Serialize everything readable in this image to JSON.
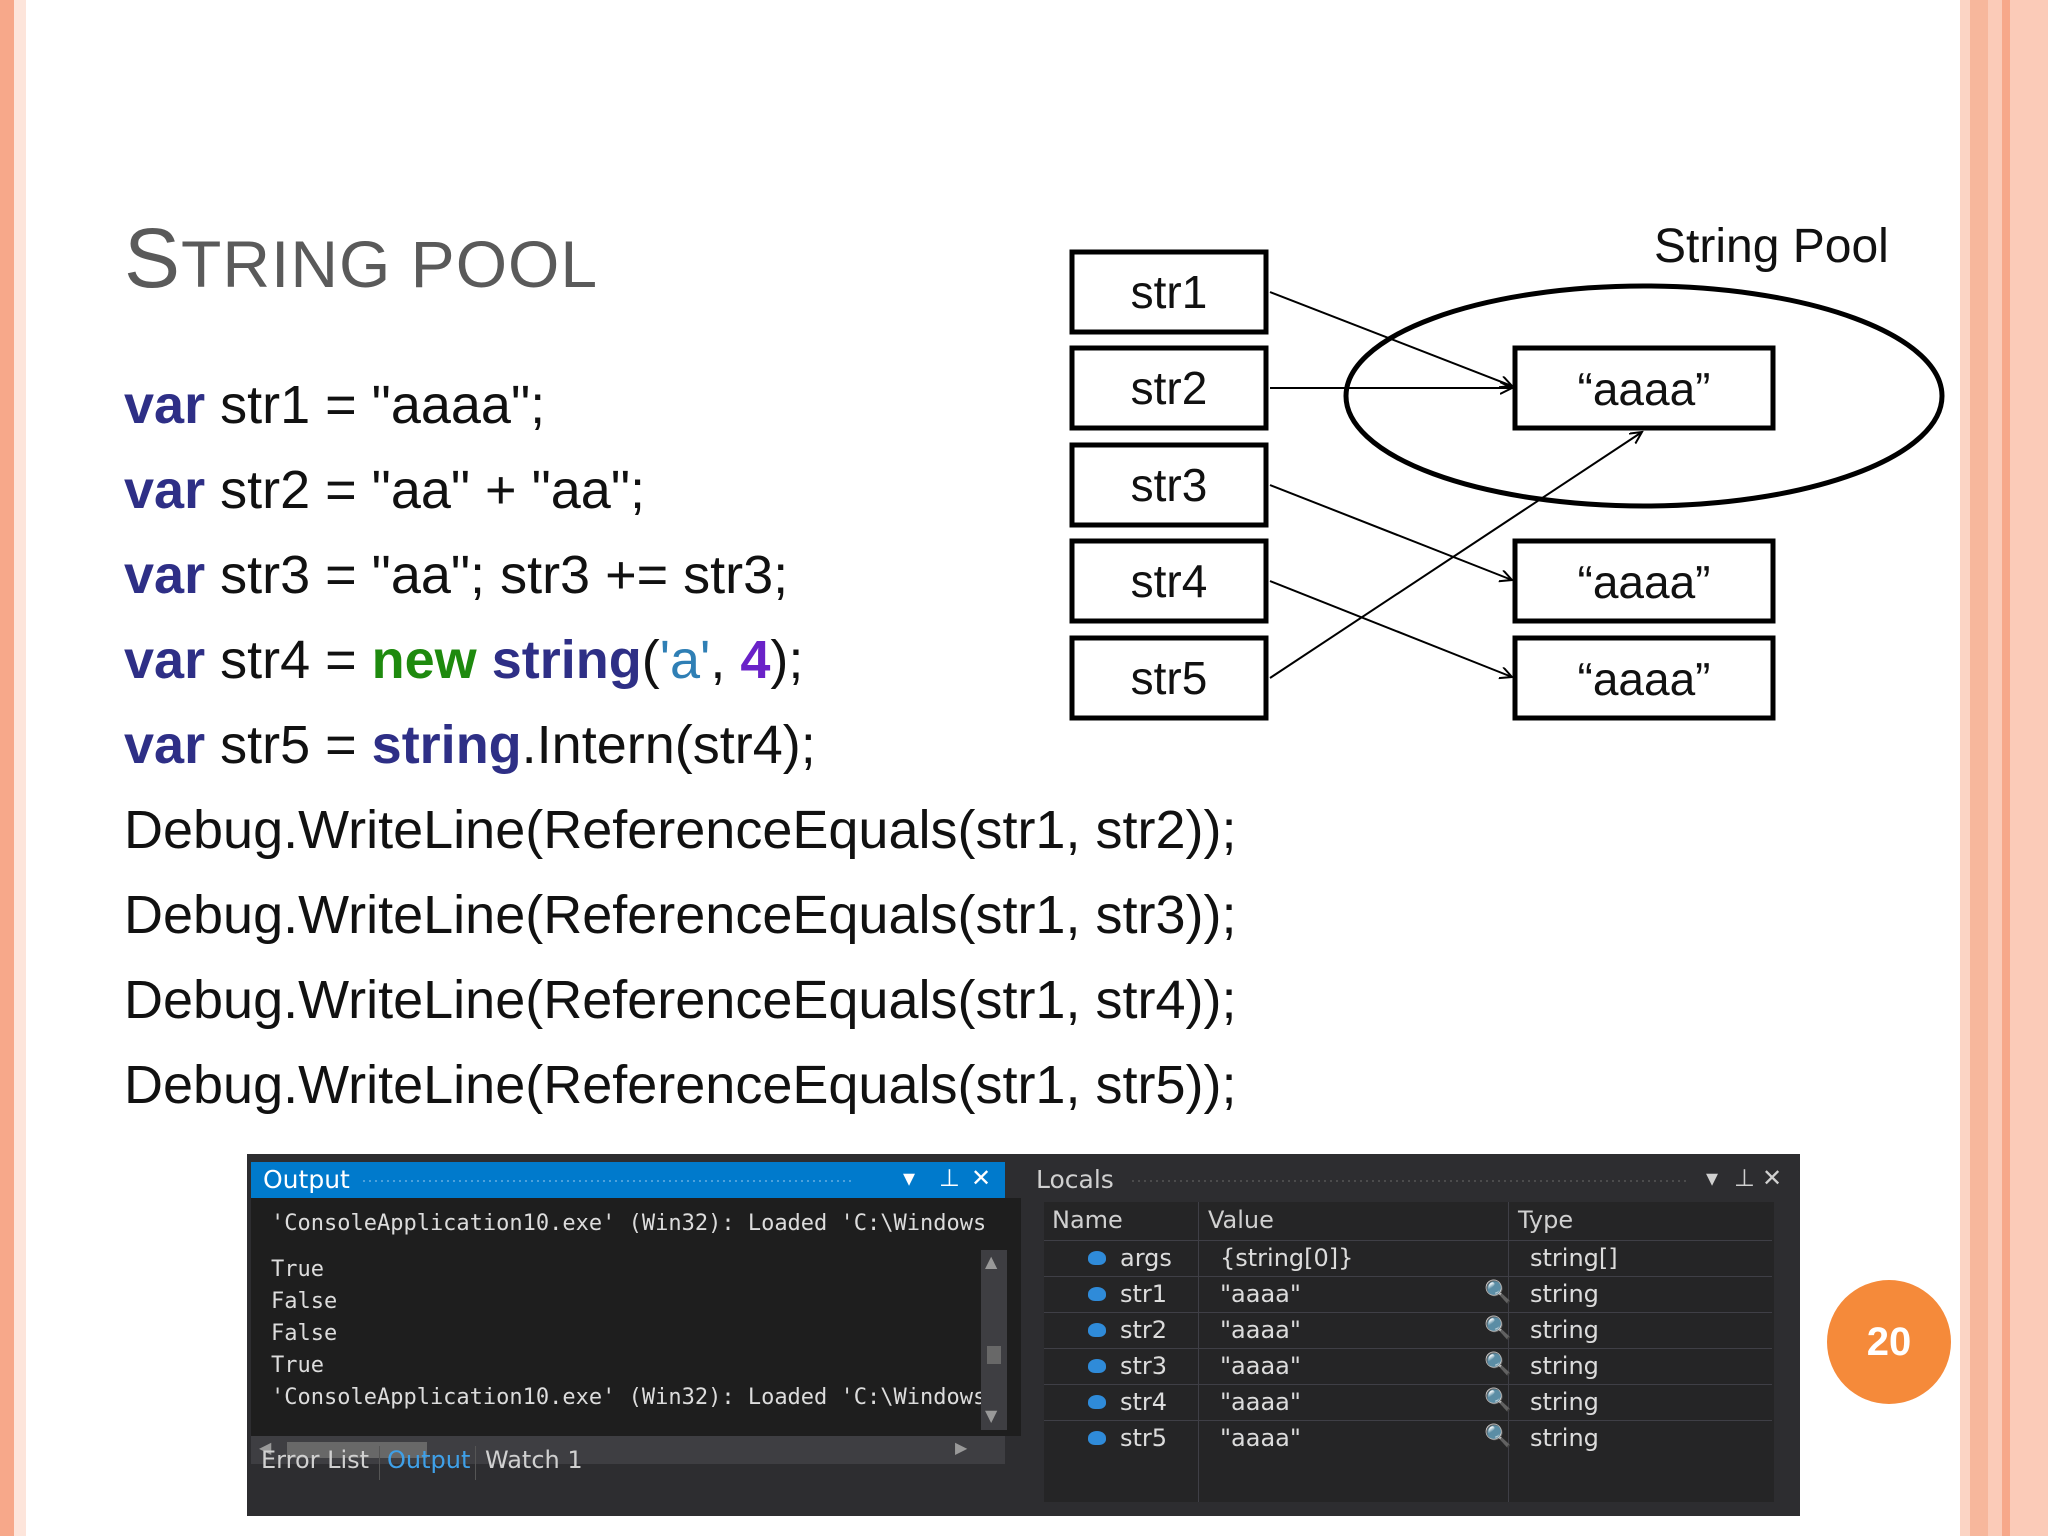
{
  "slide": {
    "title_first": "S",
    "title_rest": "TRING POOL",
    "page_number": "20"
  },
  "code": {
    "line1": {
      "kw": "var",
      "rest": " str1 = \"aaaa\";"
    },
    "line2": {
      "kw": "var",
      "rest": " str2 = \"aa\" + \"aa\";"
    },
    "line3": {
      "kw": "var",
      "rest": " str3 = \"aa\"; str3 += str3;"
    },
    "line4": {
      "kw": "var",
      "a": " str4 = ",
      "new": "new",
      "sp": " ",
      "type": "string",
      "p1": "(",
      "lit": "'a'",
      "comma": ", ",
      "num": "4",
      "end": ");"
    },
    "line5": {
      "kw": "var",
      "a": " str5 = ",
      "type": "string",
      "rest": ".Intern(str4);"
    },
    "line6": "Debug.WriteLine(ReferenceEquals(str1, str2));",
    "line7": "Debug.WriteLine(ReferenceEquals(str1, str3));",
    "line8": "Debug.WriteLine(ReferenceEquals(str1, str4));",
    "line9": "Debug.WriteLine(ReferenceEquals(str1, str5));"
  },
  "diagram": {
    "pool_label": "String Pool",
    "vars": [
      "str1",
      "str2",
      "str3",
      "str4",
      "str5"
    ],
    "values": [
      "“aaaa”",
      "“aaaa”",
      "“aaaa”"
    ]
  },
  "ide": {
    "output": {
      "title": "Output",
      "cut_line": "'ConsoleApplication10.exe' (Win32): Loaded 'C:\\Windows",
      "lines": [
        "True",
        "False",
        "False",
        "True",
        "'ConsoleApplication10.exe' (Win32): Loaded 'C:\\Windows"
      ],
      "tabs": [
        "Error List",
        "Output",
        "Watch 1"
      ],
      "active_tab": "Output"
    },
    "locals": {
      "title": "Locals",
      "columns": [
        "Name",
        "Value",
        "Type"
      ],
      "rows": [
        {
          "name": "args",
          "value": "{string[0]}",
          "type": "string[]"
        },
        {
          "name": "str1",
          "value": "\"aaaa\"",
          "type": "string"
        },
        {
          "name": "str2",
          "value": "\"aaaa\"",
          "type": "string"
        },
        {
          "name": "str3",
          "value": "\"aaaa\"",
          "type": "string"
        },
        {
          "name": "str4",
          "value": "\"aaaa\"",
          "type": "string"
        },
        {
          "name": "str5",
          "value": "\"aaaa\"",
          "type": "string"
        }
      ]
    },
    "icons": {
      "dropdown": "▾",
      "pin": "⊥",
      "close": "✕",
      "magnifier": "🔍",
      "scroll_up": "▲",
      "scroll_down": "▼",
      "scroll_left": "◀",
      "scroll_right": "▶"
    }
  }
}
